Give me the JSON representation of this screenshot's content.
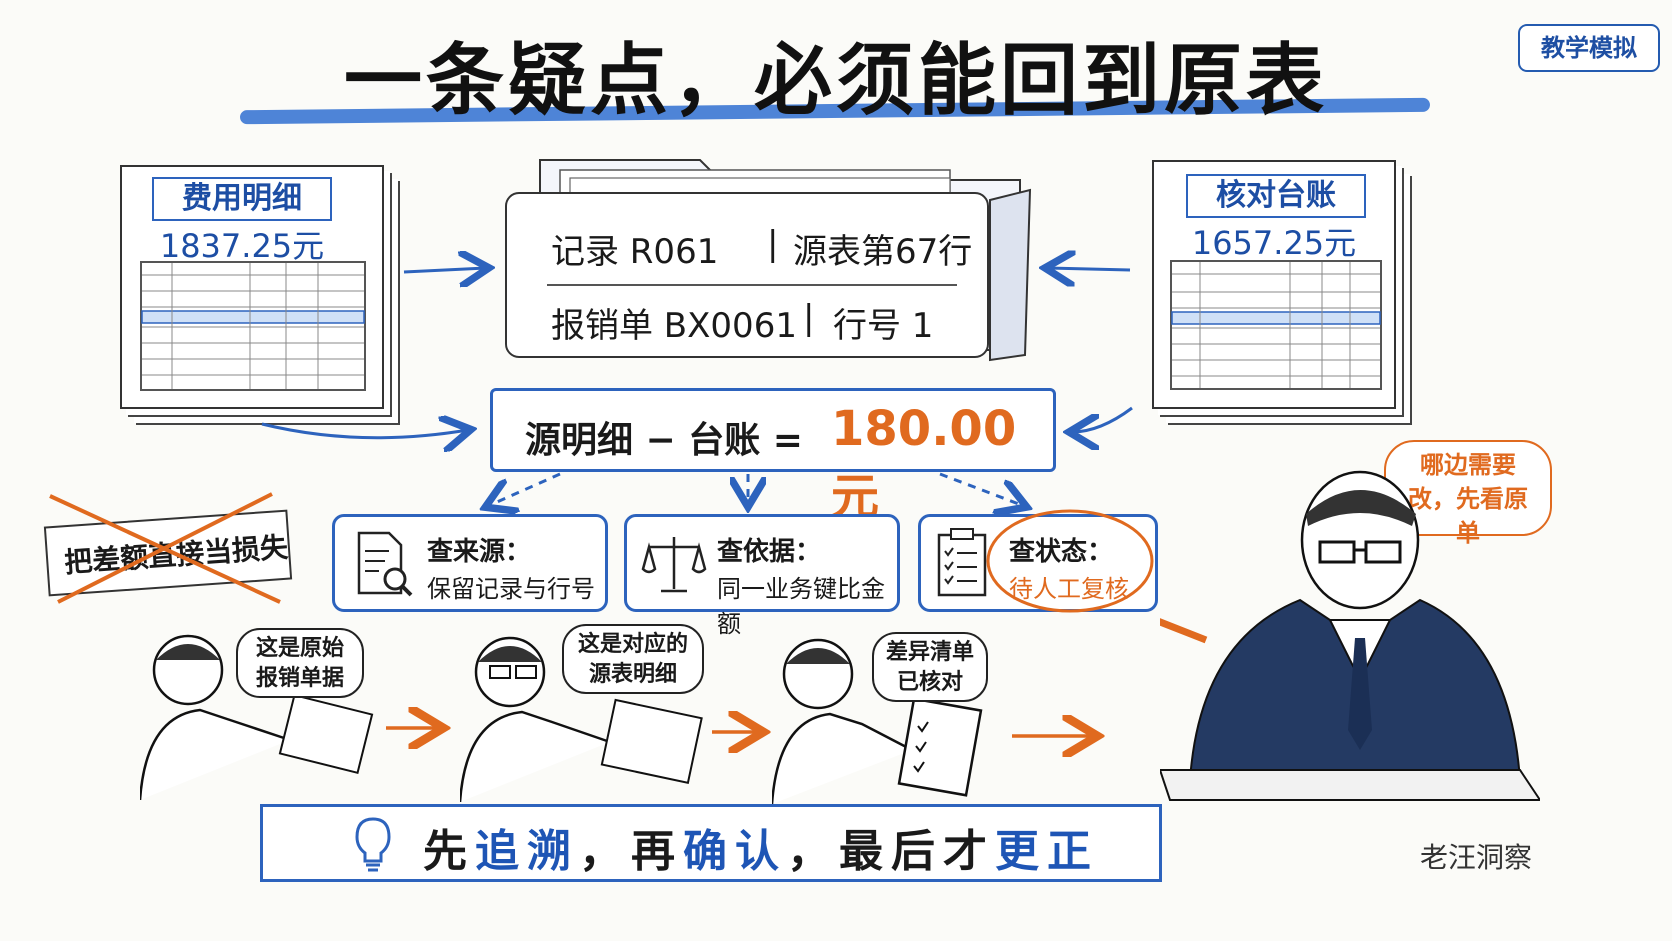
{
  "title": "一条疑点，必须能回到原表",
  "badge": "教学模拟",
  "left_sheet": {
    "title": "费用明细",
    "amount": "1837.25元"
  },
  "right_sheet": {
    "title": "核对台账",
    "amount": "1657.25元"
  },
  "record": {
    "line1_left": "记录 R061",
    "line1_right": "源表第67行",
    "line2_left": "报销单 BX0061",
    "line2_right": "行号 1"
  },
  "formula": {
    "text": "源明细 − 台账 =",
    "amount": "180.00元"
  },
  "crossed_out": "把差额直接当损失",
  "checks": [
    {
      "title": "查来源：",
      "sub": "保留记录与行号"
    },
    {
      "title": "查依据：",
      "sub": "同一业务键比金额"
    },
    {
      "title": "查状态：",
      "sub": "待人工复核"
    }
  ],
  "bubbles": [
    "这是原始报销单据",
    "这是对应的源表明细",
    "差异清单已核对"
  ],
  "manager_bubble": "哪边需要改，先看原单",
  "banner": {
    "p1": "先",
    "p2": "追溯",
    "p3": "，再",
    "p4": "确认",
    "p5": "，最后才",
    "p6": "更正"
  },
  "signature": "老汪洞察",
  "colors": {
    "blue": "#2d63bd",
    "orange": "#e06a1f"
  }
}
